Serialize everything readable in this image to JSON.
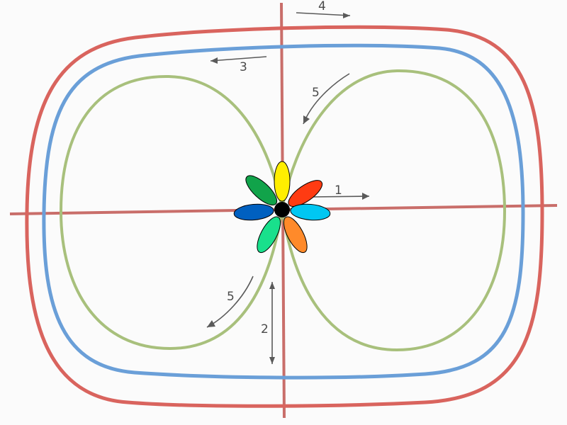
{
  "diagram": {
    "labels": {
      "route_1": "1",
      "route_2": "2",
      "route_3": "3",
      "route_4": "4",
      "route_5_top": "5",
      "route_5_bottom": "5"
    },
    "colors": {
      "outer_track": "#d9645e",
      "middle_track": "#6a9fd8",
      "figure_eight": "#a8c07c",
      "axes": "#c96e6a",
      "arrow": "#5a5a5a"
    },
    "flower": {
      "petal_colors": [
        "#ffee00",
        "#ff3b12",
        "#00c7f2",
        "#ff8a2a",
        "#19e08c",
        "#0060c0",
        "#11a34a"
      ],
      "center_color": "#000000"
    }
  }
}
